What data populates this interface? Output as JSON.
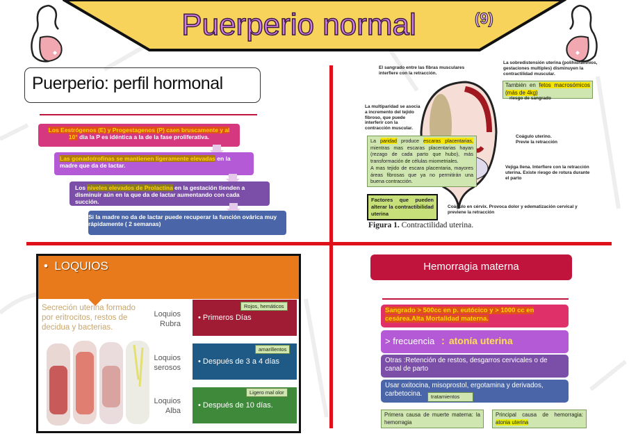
{
  "header": {
    "title": "Puerperio normal",
    "number": "(9)"
  },
  "colors": {
    "banner": "#f7d35c",
    "title": "#d27ee6",
    "divider": "#e0101a",
    "step1": "#d6387f",
    "step2": "#b45ad6",
    "step3": "#7b4fa8",
    "step4": "#4a66a8",
    "loquios_orange": "#e87a1c",
    "rubra": "#a01c34",
    "serosos": "#1f5a86",
    "alba": "#3f8a3a",
    "hemorragia": "#c0143c",
    "note_green": "#cfe6b0"
  },
  "icons": [
    "pregnant-woman-icon",
    "pregnant-woman-icon"
  ],
  "hormonal": {
    "heading": "Puerperio: perfil hormonal",
    "steps": [
      {
        "highlight": "Los Eestrógenos (E) y Progestagenos (P) caen bruscamente y al 10°",
        "text": " dia la P es idéntica a la de la fase proliferativa."
      },
      {
        "highlight": "Las gonadotrofinas se mantienen ligeramente elevadas",
        "text": " en la madre que da de lactar."
      },
      {
        "prefix": "Los ",
        "highlight": "niveles elevados de Prolactina",
        "text": " en la gestación tienden a disminuir aún en la que da de lactar aumentando con cada succión."
      },
      {
        "text": "Si la madre no da de lactar puede recuperar la función ovárica muy rápidamente ( 2 semanas)"
      }
    ]
  },
  "figure": {
    "labels": {
      "sangrado": "El sangrado entre las fibras musculares interfiere con la retracción.",
      "sobredistension": "La sobredistensión uterina (polihidramnios, gestaciones multiples) disminuyen la contractilidad muscular.",
      "riesgo": "riesgo de sangrado",
      "multiparidad": "La multiparidad se asocia a incremento del tejido fibroso, que puede interferir con la contracción muscular.",
      "coagulo_uterino": "Coágulo uterino. Previe la retracción",
      "vejiga": "Vejiga llena. Interfiere con la retracción uterina. Existe riesgo de rotura durante el parto",
      "coagulo_cervix": "Coágulo en cérvix. Provoca dolor y edematización cervical y previene la retracción"
    },
    "note_macro": {
      "prefix": "También en ",
      "highlight": "fetos macrosómicos (más de 4kg)"
    },
    "note_paridad": {
      "p1": "La ",
      "h1": "paridad",
      "p2": " produce ",
      "h2": "escaras placentarias,",
      "p3": " mientras mas escaras placentarias hayan (rezago de cada parto que hubo), más transformación de células miometriales.",
      "p4": "A mas tejido de escara placentaria, mayores áreas fibrosas que ya no permitirán una buena contracción."
    },
    "note_factores": "Factores que pueden alterar la contractibilidad uterina",
    "caption_bold": "Figura 1.",
    "caption": " Contractilidad uterina."
  },
  "loquios": {
    "title": "LOQUIOS",
    "description": "Secreción uterina formado por eritrocitos, restos de decidua y bacterias.",
    "rows": [
      {
        "name": "Loquios Rubra",
        "desc": "Primeros Días",
        "tag": "Rojos, hemáticos"
      },
      {
        "name": "Loquios serosos",
        "desc": "Después de 3 a 4 días",
        "tag": "amarillentos"
      },
      {
        "name": "Loquios Alba",
        "desc": "Después de 10 días.",
        "tag": "Ligero mal olor"
      }
    ]
  },
  "hemorragia": {
    "title": "Hemorragia materna",
    "def": "Sangrado > 500cc en p. eutócico y > 1000 cc en cesárea.Alta Mortalidad materna.",
    "freq_label": "> frecuencia",
    "freq_colon": ":",
    "freq_value": "atonía uterina",
    "otras": "Otras :Retención de restos, desgarros cervicales o de canal de parto",
    "tratamiento": "Usar oxitocina, misoprostol, ergotamina y derivados, carbetocina.",
    "tratamiento_tag": "tratamientos",
    "note1": "Primera causa de muerte materna: la hemorragia",
    "note2_text": "Principal causa de hemorragia: ",
    "note2_highlight": "atonia uterina"
  }
}
